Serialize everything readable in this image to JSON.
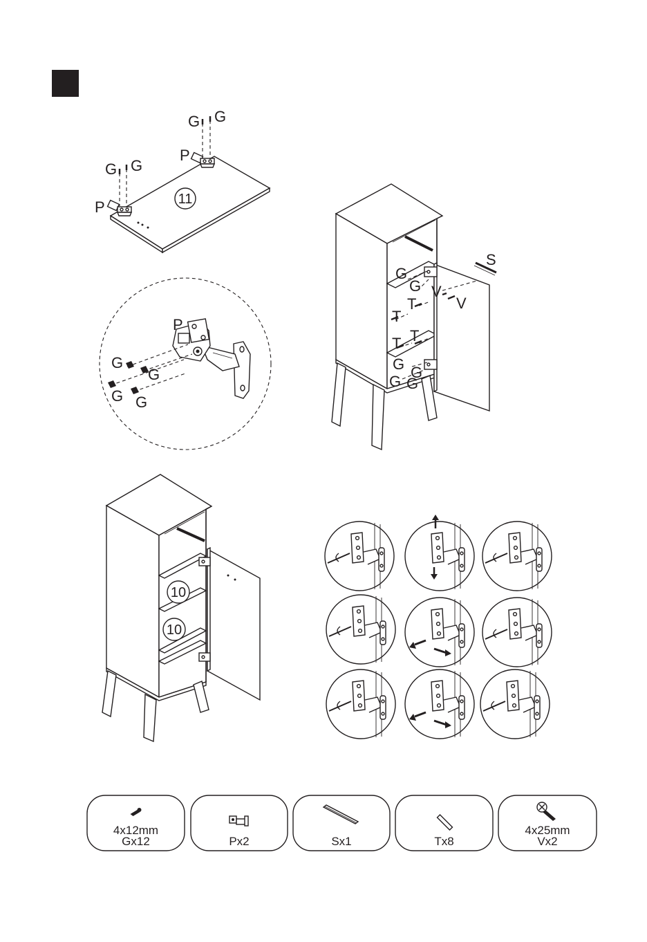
{
  "step_number": "",
  "panel_a": {
    "part_number": "11",
    "labels": [
      "G",
      "G",
      "G",
      "G",
      "P",
      "P"
    ]
  },
  "detail_circle": {
    "labels": [
      "P",
      "G",
      "G",
      "G",
      "G"
    ]
  },
  "panel_b": {
    "labels": [
      "S",
      "G",
      "G",
      "V",
      "V",
      "T",
      "T",
      "T",
      "T",
      "G",
      "G",
      "G",
      "G"
    ]
  },
  "panel_c": {
    "shelf_numbers": [
      "10",
      "10"
    ]
  },
  "hardware": [
    {
      "line1": "4x12mm",
      "line2": "Gx12",
      "icon": "short-screw-icon"
    },
    {
      "line1": "",
      "line2": "Px2",
      "icon": "hinge-icon"
    },
    {
      "line1": "",
      "line2": "Sx1",
      "icon": "strip-icon"
    },
    {
      "line1": "",
      "line2": "Tx8",
      "icon": "dowel-icon"
    },
    {
      "line1": "4x25mm",
      "line2": "Vx2",
      "icon": "long-screw-icon"
    }
  ],
  "colors": {
    "ink": "#231f20",
    "paper": "#ffffff"
  }
}
